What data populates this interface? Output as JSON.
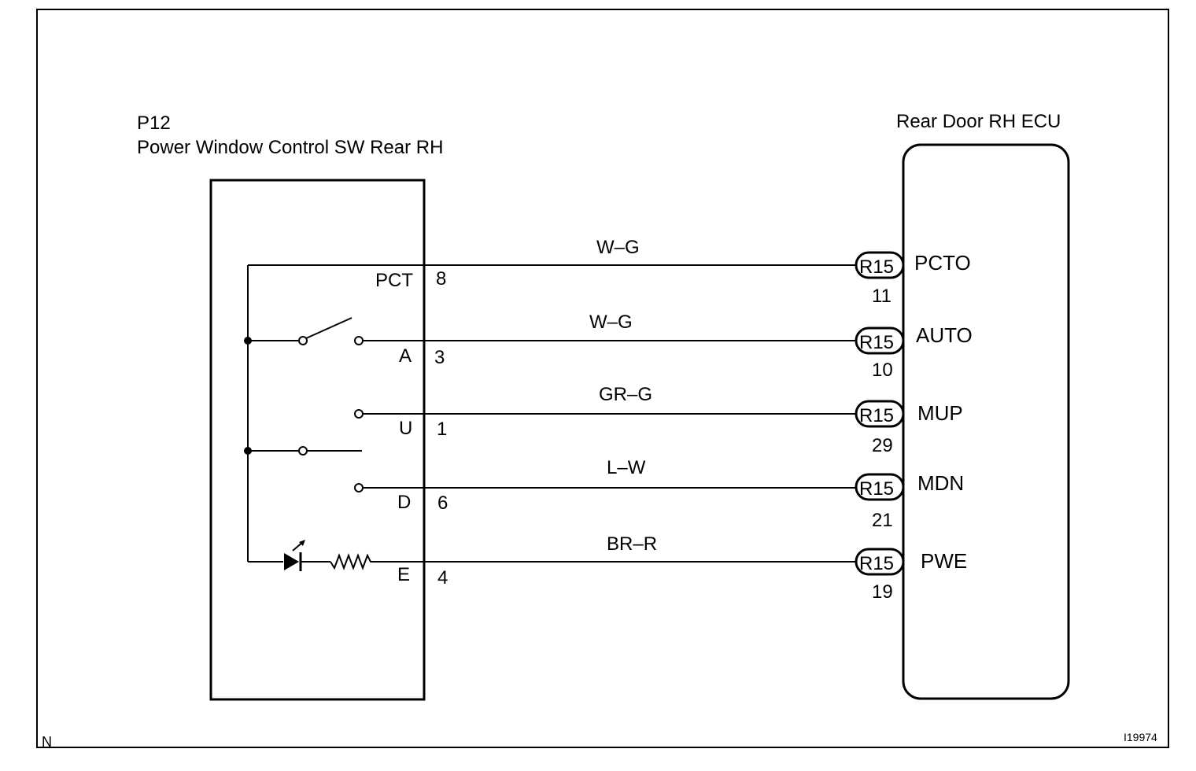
{
  "diagram": {
    "left_component": {
      "code": "P12",
      "name": "Power Window Control SW Rear RH"
    },
    "right_component": {
      "name": "Rear Door RH ECU"
    },
    "connector_label": "R15",
    "wires": [
      {
        "color": "W–G",
        "sw_terminal": "PCT",
        "sw_pin": "8",
        "ecu_pin": "11",
        "ecu_terminal": "PCTO"
      },
      {
        "color": "W–G",
        "sw_terminal": "A",
        "sw_pin": "3",
        "ecu_pin": "10",
        "ecu_terminal": "AUTO"
      },
      {
        "color": "GR–G",
        "sw_terminal": "U",
        "sw_pin": "1",
        "ecu_pin": "29",
        "ecu_terminal": "MUP"
      },
      {
        "color": "L–W",
        "sw_terminal": "D",
        "sw_pin": "6",
        "ecu_pin": "21",
        "ecu_terminal": "MDN"
      },
      {
        "color": "BR–R",
        "sw_terminal": "E",
        "sw_pin": "4",
        "ecu_pin": "19",
        "ecu_terminal": "PWE"
      }
    ],
    "corner_letter": "N",
    "figure_id": "I19974"
  }
}
